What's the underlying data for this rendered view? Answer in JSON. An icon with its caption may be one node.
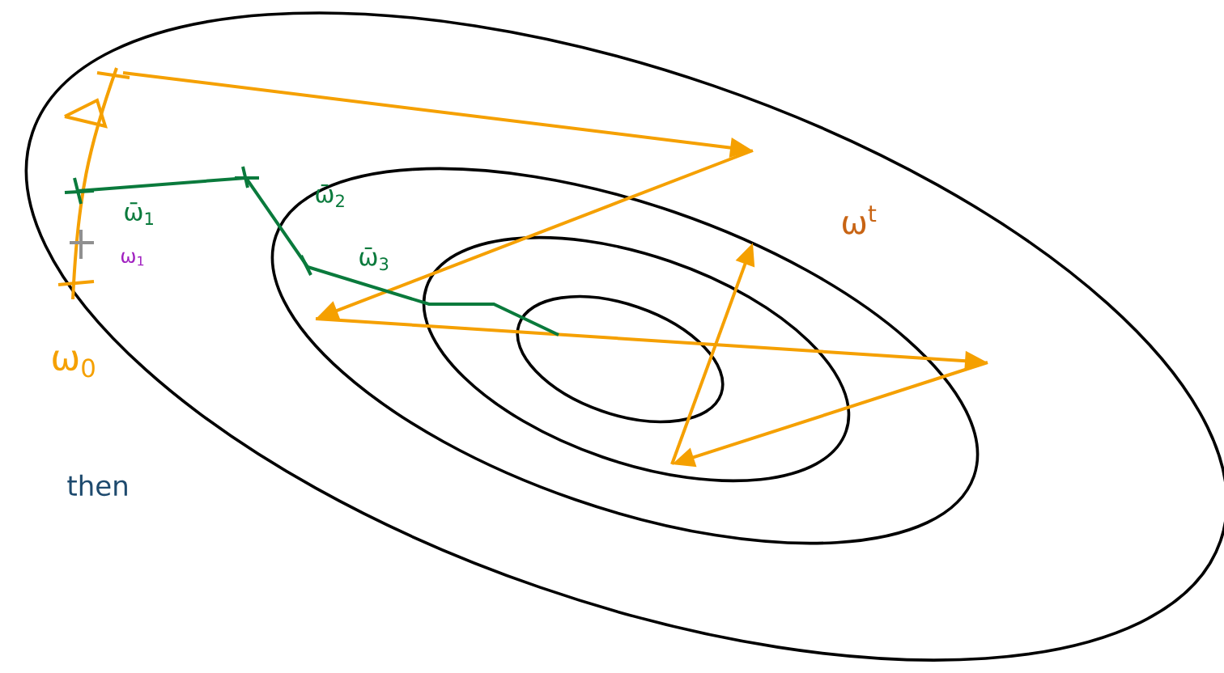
{
  "diagram": {
    "labels": [
      "ω̄$_{2}$",
      "ω̄$_{1}$",
      "ω$^{t}$",
      "ω$_{1}$",
      "ω̄$_{3}$",
      "ω$_{0}$",
      "then"
    ]
  }
}
